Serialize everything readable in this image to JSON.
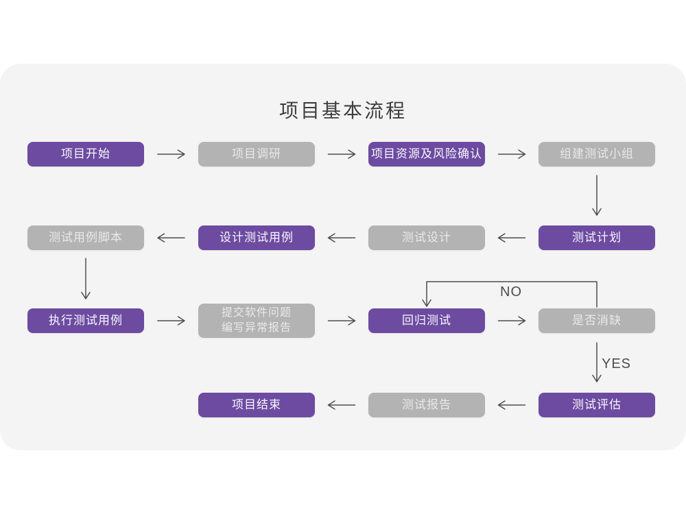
{
  "title": "项目基本流程",
  "colors": {
    "purple": "#6C4BA1",
    "gray": "#B3B3B3",
    "card_bg": "#F4F4F4",
    "arrow": "#4D4D4D",
    "title_text": "#3E3E3E",
    "purple_text": "#FAF8FC",
    "gray_text": "#E9E9E9"
  },
  "flow": {
    "nodes": [
      {
        "id": "project-start",
        "label": "项目开始",
        "variant": "purple"
      },
      {
        "id": "project-survey",
        "label": "项目调研",
        "variant": "gray"
      },
      {
        "id": "resource-risk",
        "label": "项目资源及风险确认",
        "variant": "purple"
      },
      {
        "id": "build-test-team",
        "label": "组建测试小组",
        "variant": "gray"
      },
      {
        "id": "test-plan",
        "label": "测试计划",
        "variant": "purple"
      },
      {
        "id": "test-design",
        "label": "测试设计",
        "variant": "gray"
      },
      {
        "id": "design-test-case",
        "label": "设计测试用例",
        "variant": "purple"
      },
      {
        "id": "test-case-script",
        "label": "测试用例脚本",
        "variant": "gray"
      },
      {
        "id": "execute-test-case",
        "label": "执行测试用例",
        "variant": "purple"
      },
      {
        "id": "submit-issue-report",
        "label": "提交软件问题\n编写异常报告",
        "variant": "gray"
      },
      {
        "id": "regression-test",
        "label": "回归测试",
        "variant": "purple"
      },
      {
        "id": "defect-resolved",
        "label": "是否消缺",
        "variant": "gray"
      },
      {
        "id": "test-evaluate",
        "label": "测试评估",
        "variant": "purple"
      },
      {
        "id": "test-report",
        "label": "测试报告",
        "variant": "gray"
      },
      {
        "id": "project-end",
        "label": "项目结束",
        "variant": "purple"
      }
    ],
    "labels": {
      "no": "NO",
      "yes": "YES"
    }
  }
}
